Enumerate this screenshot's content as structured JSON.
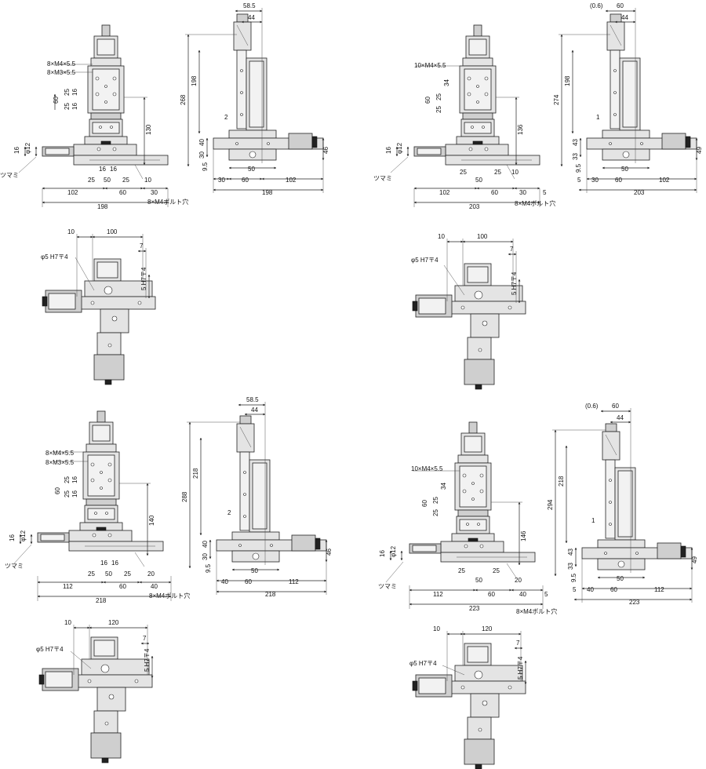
{
  "panels": {
    "a_front": {
      "top_labels": [
        "8×M4×5.5",
        "8×M3×5.5"
      ],
      "vert": [
        "60",
        "25",
        "25",
        "16",
        "16",
        "130",
        "16",
        "φ12"
      ],
      "bottom": [
        "16",
        "16",
        "25",
        "50",
        "25",
        "10",
        "102",
        "60",
        "30",
        "198"
      ],
      "knob": "ツマミ",
      "bolt": "8×M4ボルト穴"
    },
    "a_side": {
      "top": [
        "58.5",
        "44"
      ],
      "vert": [
        "268",
        "198",
        "2",
        "40",
        "30",
        "9.5",
        "46"
      ],
      "bottom": [
        "50",
        "30",
        "60",
        "102",
        "198"
      ]
    },
    "b_front": {
      "top_labels": [
        "10×M4×5.5"
      ],
      "vert": [
        "60",
        "34",
        "25",
        "25",
        "136",
        "16",
        "φ12"
      ],
      "bottom": [
        "25",
        "50",
        "25",
        "10",
        "102",
        "60",
        "30",
        "5",
        "203"
      ],
      "knob": "ツマミ",
      "bolt": "8×M4ボルト穴"
    },
    "b_side": {
      "top": [
        "(0.6)",
        "60",
        "44"
      ],
      "vert": [
        "274",
        "198",
        "1",
        "43",
        "33",
        "9.5",
        "49"
      ],
      "bottom": [
        "50",
        "5",
        "30",
        "60",
        "102",
        "203"
      ]
    },
    "a_top": {
      "dims": [
        "10",
        "100",
        "7",
        "φ5 H7〒4",
        "5 H7〒4"
      ]
    },
    "b_top": {
      "dims": [
        "10",
        "100",
        "7",
        "φ5 H7〒4",
        "5 H7〒4"
      ]
    },
    "c_front": {
      "top_labels": [
        "8×M4×5.5",
        "8×M3×5.5"
      ],
      "vert": [
        "60",
        "25",
        "25",
        "16",
        "16",
        "140",
        "16",
        "φ12"
      ],
      "bottom": [
        "16",
        "16",
        "25",
        "50",
        "25",
        "20",
        "112",
        "60",
        "40",
        "218"
      ],
      "knob": "ツマミ",
      "bolt": "8×M4ボルト穴"
    },
    "c_side": {
      "top": [
        "58.5",
        "44"
      ],
      "vert": [
        "288",
        "218",
        "2",
        "40",
        "30",
        "9.5",
        "46"
      ],
      "bottom": [
        "50",
        "40",
        "60",
        "112",
        "218"
      ]
    },
    "d_front": {
      "top_labels": [
        "10×M4×5.5"
      ],
      "vert": [
        "60",
        "34",
        "25",
        "25",
        "146",
        "16",
        "φ12"
      ],
      "bottom": [
        "25",
        "50",
        "25",
        "20",
        "112",
        "60",
        "40",
        "5",
        "223"
      ],
      "knob": "ツマミ",
      "bolt": "8×M4ボルト穴"
    },
    "d_side": {
      "top": [
        "(0.6)",
        "60",
        "44"
      ],
      "vert": [
        "294",
        "218",
        "1",
        "43",
        "33",
        "9.5",
        "49"
      ],
      "bottom": [
        "50",
        "5",
        "40",
        "60",
        "112",
        "223"
      ]
    },
    "c_top": {
      "dims": [
        "10",
        "120",
        "7",
        "φ5 H7〒4",
        "5 H7〒4"
      ]
    },
    "d_top": {
      "dims": [
        "10",
        "120",
        "7",
        "φ5 H7〒4",
        "5 H7〒4"
      ]
    }
  }
}
